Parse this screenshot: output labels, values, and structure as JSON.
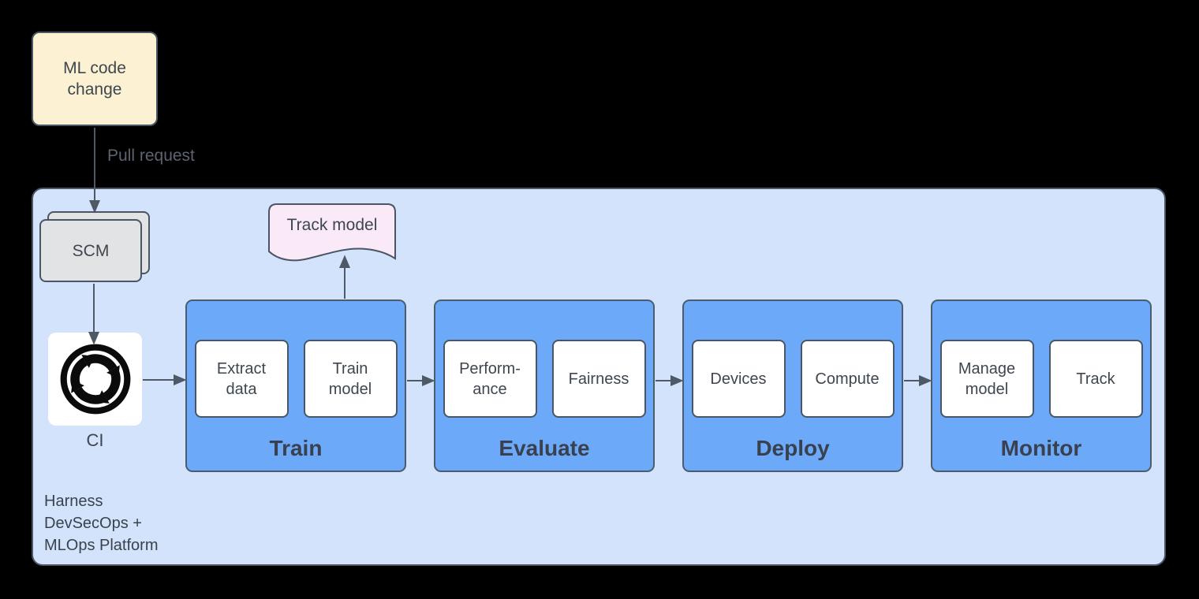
{
  "nodes": {
    "ml_code_change": {
      "label": "ML code\nchange"
    },
    "pull_request_label": "Pull request",
    "scm": {
      "label": "SCM"
    },
    "ci": {
      "label": "CI",
      "icon": "ci-circular-sync-arrows-icon"
    },
    "track_model": {
      "label": "Track model"
    },
    "platform": {
      "label": "Harness\nDevSecOps +\nMLOps Platform"
    }
  },
  "stages": [
    {
      "name": "Train",
      "items": [
        "Extract\ndata",
        "Train\nmodel"
      ]
    },
    {
      "name": "Evaluate",
      "items": [
        "Perform-\nance",
        "Fairness"
      ]
    },
    {
      "name": "Deploy",
      "items": [
        "Devices",
        "Compute"
      ]
    },
    {
      "name": "Monitor",
      "items": [
        "Manage\nmodel",
        "Track"
      ]
    }
  ],
  "colors": {
    "canvas_bg": "#000000",
    "platform_fill": "#D3E3FB",
    "stage_fill": "#6CA9F9",
    "item_fill": "#FFFFFF",
    "ml_change_fill": "#FCF1D2",
    "scm_fill": "#E2E3E4",
    "track_model_fill": "#FAE9F6",
    "border": "#4A5565",
    "arrow": "#434D5B",
    "text_dark": "#3E4650",
    "text_gray": "#5B6470"
  }
}
